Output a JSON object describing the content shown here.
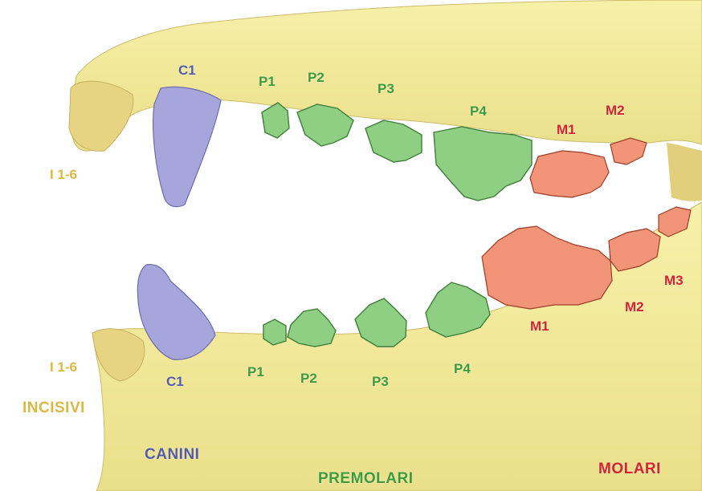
{
  "colors": {
    "bone": "#f3eb9a",
    "bone_shadow": "#d8c776",
    "canine": "#a7a6dc",
    "premolar": "#8fcf83",
    "molar": "#f19478",
    "text_incisor": "#d9b845",
    "text_canine": "#555ca6",
    "text_premolar": "#3f9a3c",
    "text_molar": "#d4252e"
  },
  "labels": {
    "upper_canine": "C1",
    "upper_incisors": "I 1-6",
    "upper_p1": "P1",
    "upper_p2": "P2",
    "upper_p3": "P3",
    "upper_p4": "P4",
    "upper_m1": "M1",
    "upper_m2": "M2",
    "lower_incisors": "I 1-6",
    "lower_canine": "C1",
    "lower_p1": "P1",
    "lower_p2": "P2",
    "lower_p3": "P3",
    "lower_p4": "P4",
    "lower_m1": "M1",
    "lower_m2": "M2",
    "lower_m3": "M3"
  },
  "legend": {
    "incisors": "INCISIVI",
    "canines": "CANINI",
    "premolars": "PREMOLARI",
    "molars": "MOLARI"
  }
}
